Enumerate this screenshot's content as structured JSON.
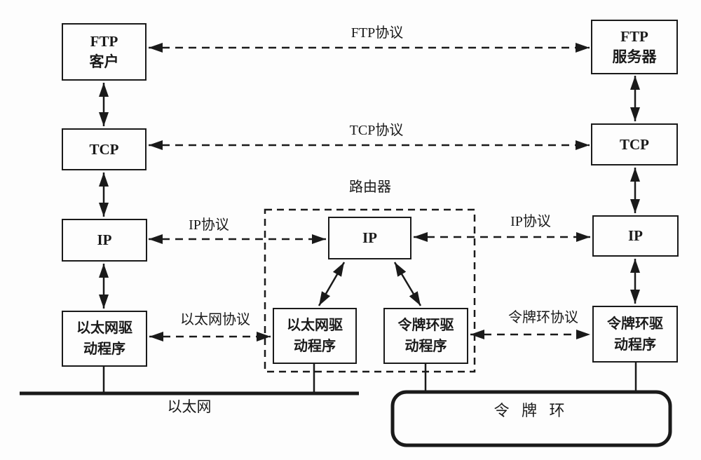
{
  "diagram": {
    "kind": "network-protocol-stack",
    "nodes": {
      "ftp_client": {
        "label": "FTP\n客户"
      },
      "tcp_left": {
        "label": "TCP"
      },
      "ip_left": {
        "label": "IP"
      },
      "eth_driver_left": {
        "label": "以太网驱\n动程序"
      },
      "router": {
        "label": "路由器"
      },
      "router_ip": {
        "label": "IP"
      },
      "router_eth_driver": {
        "label": "以太网驱\n动程序"
      },
      "router_token_driver": {
        "label": "令牌环驱\n动程序"
      },
      "ftp_server": {
        "label": "FTP\n服务器"
      },
      "tcp_right": {
        "label": "TCP"
      },
      "ip_right": {
        "label": "IP"
      },
      "token_driver_right": {
        "label": "令牌环驱\n动程序"
      },
      "ethernet": {
        "label": "以太网"
      },
      "token_ring": {
        "label": "令 牌 环"
      }
    },
    "links": {
      "ftp_protocol": "FTP协议",
      "tcp_protocol": "TCP协议",
      "ip_protocol_left": "IP协议",
      "ip_protocol_right": "IP协议",
      "ethernet_protocol": "以太网协议",
      "token_ring_protocol": "令牌环协议"
    },
    "colors": {
      "ink": "#1a1a1a",
      "background": "#fdfdfd"
    }
  }
}
